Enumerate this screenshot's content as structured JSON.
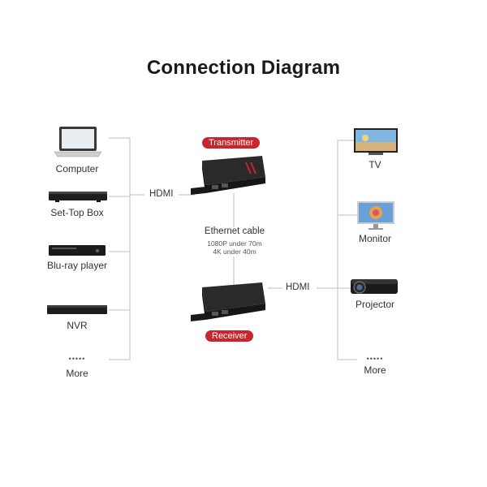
{
  "title": "Connection Diagram",
  "sources": [
    "Computer",
    "Set-Top Box",
    "Blu-ray player",
    "NVR",
    "More"
  ],
  "displays": [
    "TV",
    "Monitor",
    "Projector",
    "More"
  ],
  "left_hdmi": "HDMI",
  "right_hdmi": "HDMI",
  "transmitter": "Transmitter",
  "receiver": "Receiver",
  "ethernet": {
    "title": "Ethernet cable",
    "line1": "1080P under 70m",
    "line2": "4K under 40m"
  },
  "more_dots": "•••••",
  "colors": {
    "accent": "#c8262c",
    "line": "#c9c9c9",
    "device": "#1e1e1e"
  }
}
